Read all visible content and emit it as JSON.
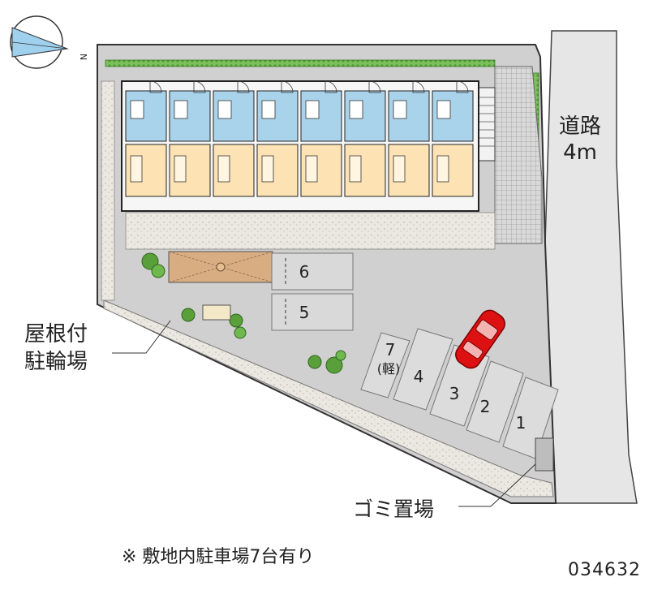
{
  "road": {
    "name": "道路",
    "width": "4m"
  },
  "compass": {
    "north_mark": "N",
    "icon": "compass-icon"
  },
  "building": {
    "unit_count": 8
  },
  "bicycle_parking": {
    "line1": "屋根付",
    "line2": "駐輪場"
  },
  "garbage": {
    "label": "ゴミ置場"
  },
  "parking_spaces": [
    {
      "id": "6",
      "label": "6",
      "sublabel": ""
    },
    {
      "id": "5",
      "label": "5",
      "sublabel": ""
    },
    {
      "id": "7",
      "label": "7",
      "sublabel": "(軽)"
    },
    {
      "id": "4",
      "label": "4",
      "sublabel": ""
    },
    {
      "id": "3",
      "label": "3",
      "sublabel": ""
    },
    {
      "id": "2",
      "label": "2",
      "sublabel": ""
    },
    {
      "id": "1",
      "label": "1",
      "sublabel": ""
    }
  ],
  "footnote": "※ 敷地内駐車場7台有り",
  "property_code": "034632",
  "colors": {
    "site": "#cfcfcf",
    "road": "#e6e6e6",
    "wet_area": "#a9d3ea",
    "living_area": "#fde3b4",
    "gravel": "#e8e4de",
    "green": "#6ab04c",
    "car": "#dd1111",
    "bike_roof": "#d8ad82"
  }
}
